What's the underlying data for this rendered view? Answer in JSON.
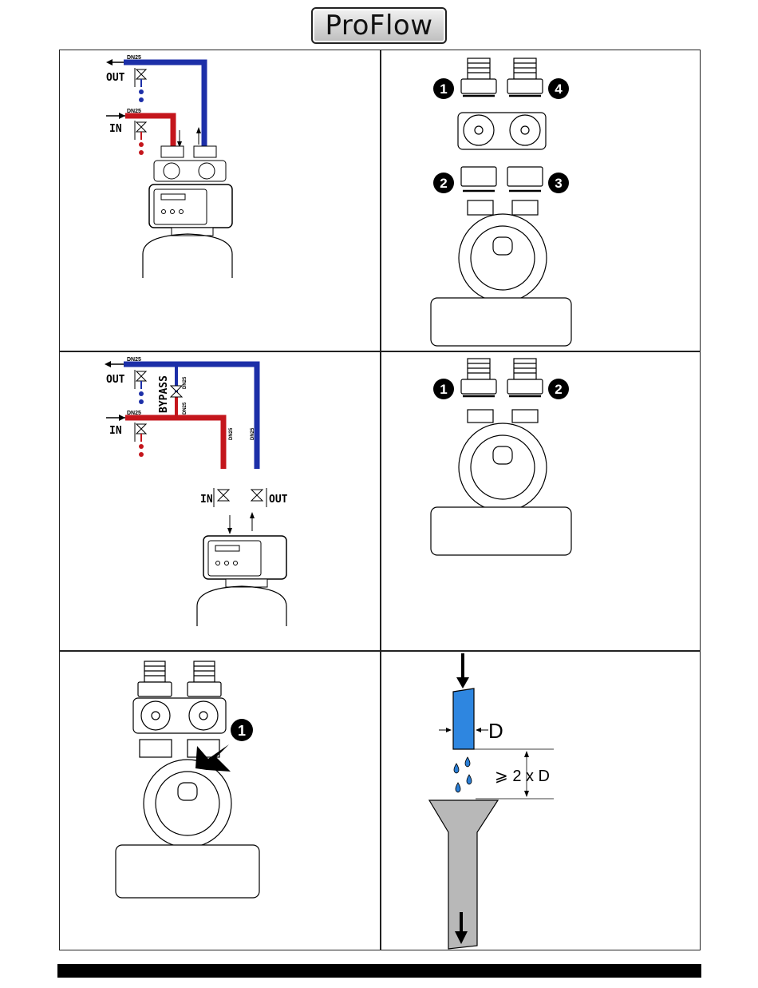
{
  "logo": {
    "text": "ProFlow"
  },
  "panels": {
    "p1": {
      "dn_out": "DN25",
      "dn_in": "DN25",
      "out_label": "OUT",
      "in_label": "IN"
    },
    "p2": {
      "n1": "1",
      "n2": "2",
      "n3": "3",
      "n4": "4"
    },
    "p3": {
      "dn_out": "DN25",
      "dn_in": "DN25",
      "dn_bypass_top": "DN25",
      "dn_bypass_bot": "DN25",
      "dn_in_vert": "DN25",
      "dn_out_vert": "DN25",
      "out_label": "OUT",
      "in_label": "IN",
      "bypass_label": "BYPASS",
      "unit_in_label": "IN",
      "unit_out_label": "OUT"
    },
    "p4": {
      "n1": "1",
      "n2": "2"
    },
    "p5": {
      "n1": "1"
    },
    "p6": {
      "d_label": "D",
      "gap_label": "⩾ 2 x D"
    }
  },
  "colors": {
    "blue_pipe": "#1c2fa8",
    "red_pipe": "#c4161c",
    "drop_blue": "#2b7fd6",
    "tube_blue": "#2e86e0",
    "funnel_gray": "#b8b8b8"
  }
}
